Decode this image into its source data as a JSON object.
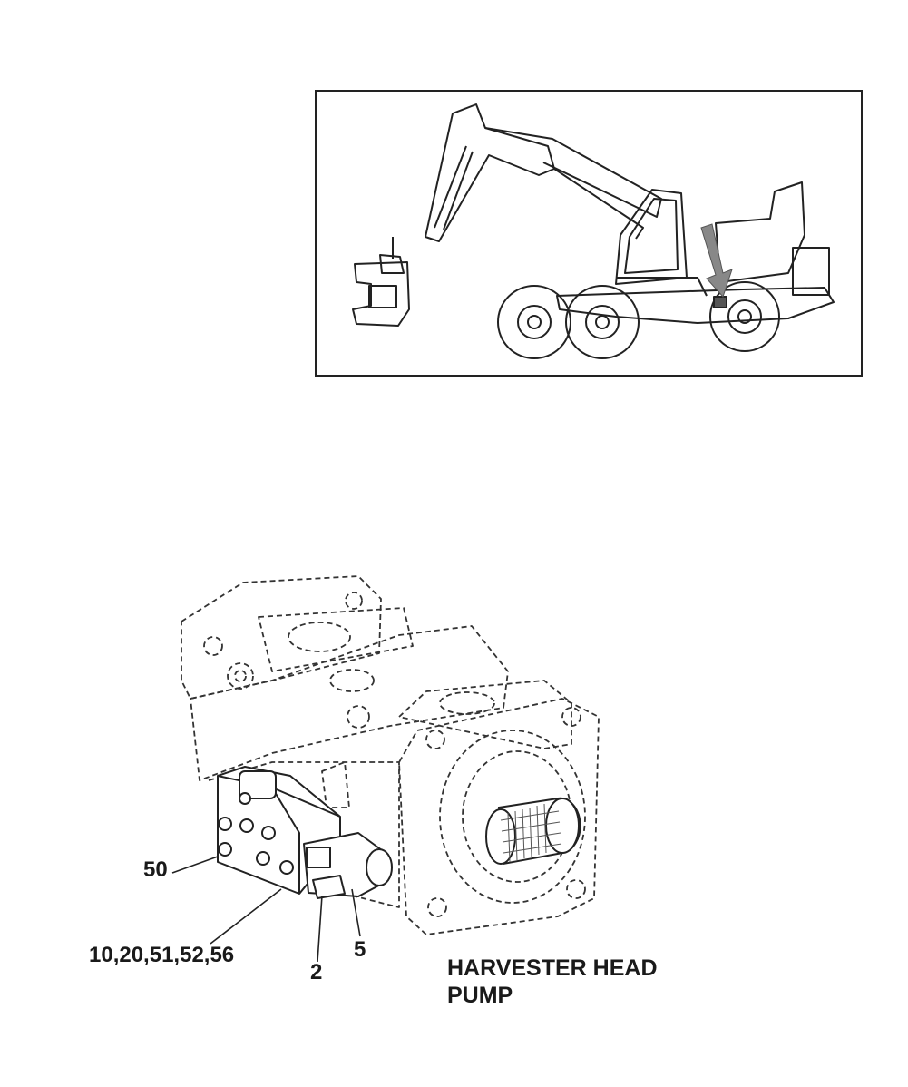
{
  "callouts": {
    "c50": "50",
    "c10": "10,20,51,52,56",
    "c2": "2",
    "c5": "5"
  },
  "caption": {
    "line1": "HARVESTER HEAD",
    "line2": "PUMP"
  },
  "colors": {
    "line": "#222222",
    "arrow": "#888888"
  }
}
